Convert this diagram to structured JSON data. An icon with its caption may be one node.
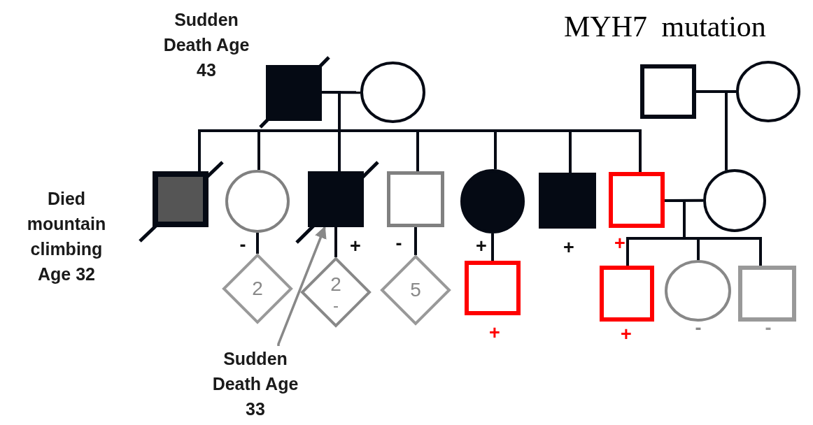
{
  "diagram": {
    "title": "MYH7 mutation",
    "nodes": [
      {
        "text": [],
        "shape": "box",
        "beside": [
          "Sudden Death Age 43"
        ]
      },
      {
        "text": [],
        "shape": "circle"
      },
      {
        "text": [],
        "shape": "box"
      },
      {
        "text": [],
        "shape": "circle"
      },
      {
        "text": [],
        "shape": "box",
        "beside": [
          "Died mountain climbing Age 32"
        ]
      },
      {
        "text": [],
        "shape": "circle",
        "beside": [
          "-"
        ]
      },
      {
        "text": [],
        "shape": "box",
        "beside": [
          "+"
        ]
      },
      {
        "text": [],
        "shape": "box",
        "beside": [
          "-"
        ]
      },
      {
        "text": [],
        "shape": "circle",
        "beside": [
          "+"
        ]
      },
      {
        "text": [],
        "shape": "box",
        "beside": [
          "+"
        ]
      },
      {
        "text": [],
        "shape": "box",
        "beside": [
          "+"
        ]
      },
      {
        "text": [],
        "shape": "circle"
      },
      {
        "text": [
          "2"
        ]
      },
      {
        "text": [
          "2",
          "-"
        ]
      },
      {
        "text": [
          "5"
        ]
      },
      {
        "text": [],
        "shape": "box",
        "beside": [
          "+"
        ]
      },
      {
        "text": [],
        "shape": "box",
        "beside": [
          "+"
        ]
      },
      {
        "text": [],
        "shape": "circle",
        "beside": [
          "-"
        ]
      },
      {
        "text": [],
        "shape": "box",
        "beside": [
          "-"
        ]
      },
      {
        "text": [
          "Sudden Death Age 33"
        ]
      }
    ],
    "edges": [
      {
        "from": 0,
        "to": 1,
        "arrow": "none"
      },
      {
        "from": 0,
        "to": 4,
        "arrow": "none"
      },
      {
        "from": 0,
        "to": 5,
        "arrow": "none"
      },
      {
        "from": 0,
        "to": 6,
        "arrow": "none"
      },
      {
        "from": 0,
        "to": 7,
        "arrow": "none"
      },
      {
        "from": 0,
        "to": 8,
        "arrow": "none"
      },
      {
        "from": 0,
        "to": 9,
        "arrow": "none"
      },
      {
        "from": 0,
        "to": 10,
        "arrow": "none"
      },
      {
        "from": 2,
        "to": 3,
        "arrow": "none"
      },
      {
        "from": 2,
        "to": 11,
        "arrow": "none"
      },
      {
        "from": 10,
        "to": 11,
        "arrow": "none"
      },
      {
        "from": 10,
        "to": 16,
        "arrow": "none"
      },
      {
        "from": 10,
        "to": 17,
        "arrow": "none"
      },
      {
        "from": 10,
        "to": 18,
        "arrow": "none"
      },
      {
        "from": 5,
        "to": 12,
        "arrow": "none"
      },
      {
        "from": 6,
        "to": 13,
        "arrow": "none"
      },
      {
        "from": 7,
        "to": 14,
        "arrow": "none"
      },
      {
        "from": 8,
        "to": 15,
        "arrow": "none"
      },
      {
        "from": 19,
        "to": 6,
        "arrow": "to",
        "color": "#888888"
      }
    ]
  }
}
